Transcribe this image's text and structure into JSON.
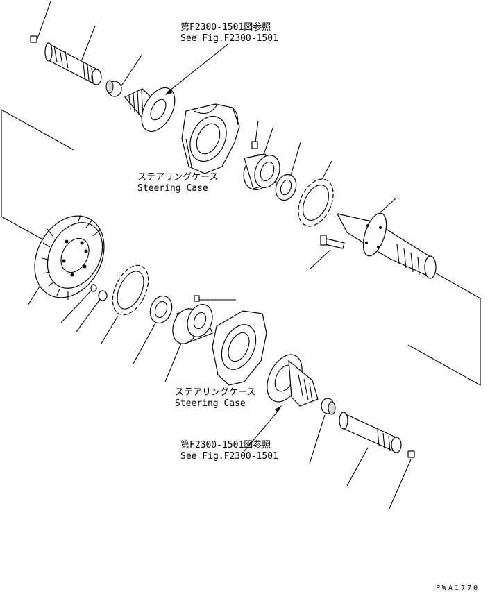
{
  "callouts": {
    "top_ref_jp": "第F2300-1501図参照",
    "top_ref_en": "See Fig.F2300-1501",
    "top_case_jp": "ステアリングケース",
    "top_case_en": "Steering Case",
    "bottom_case_jp": "ステアリングケース",
    "bottom_case_en": "Steering Case",
    "bottom_ref_jp": "第F2300-1501図参照",
    "bottom_ref_en": "See Fig.F2300-1501"
  },
  "drawing_code": "PWA1770"
}
